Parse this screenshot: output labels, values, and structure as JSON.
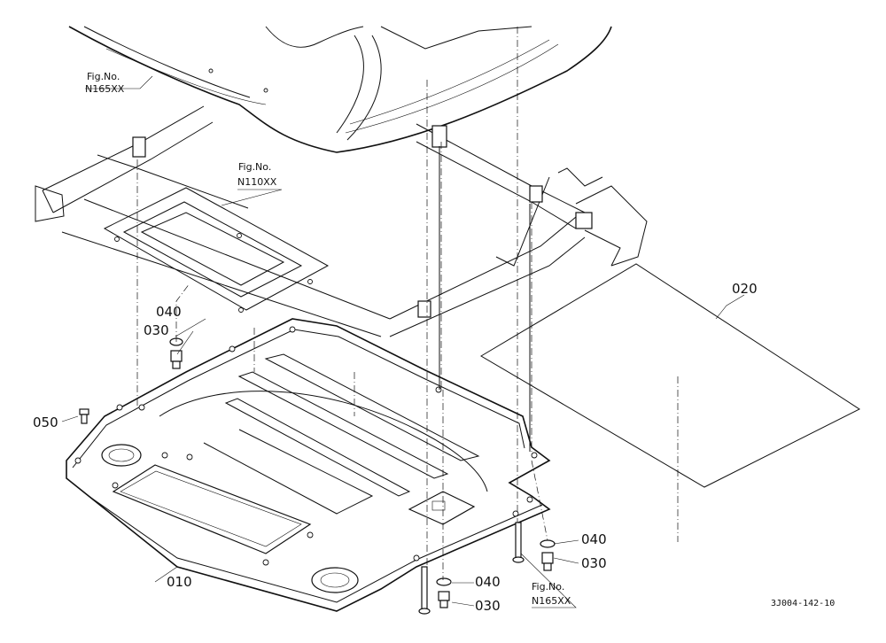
{
  "parts": {
    "p010": "010",
    "p020": "020",
    "p030": "030",
    "p040": "040",
    "p050": "050"
  },
  "references": {
    "ref_top": {
      "line1": "Fig.No.",
      "line2": "N165XX"
    },
    "ref_mid": {
      "line1": "Fig.No.",
      "line2": "N110XX"
    },
    "ref_bottom": {
      "line1": "Fig.No.",
      "line2": "N165XX"
    }
  },
  "drawing_code": "3J004-142-10"
}
